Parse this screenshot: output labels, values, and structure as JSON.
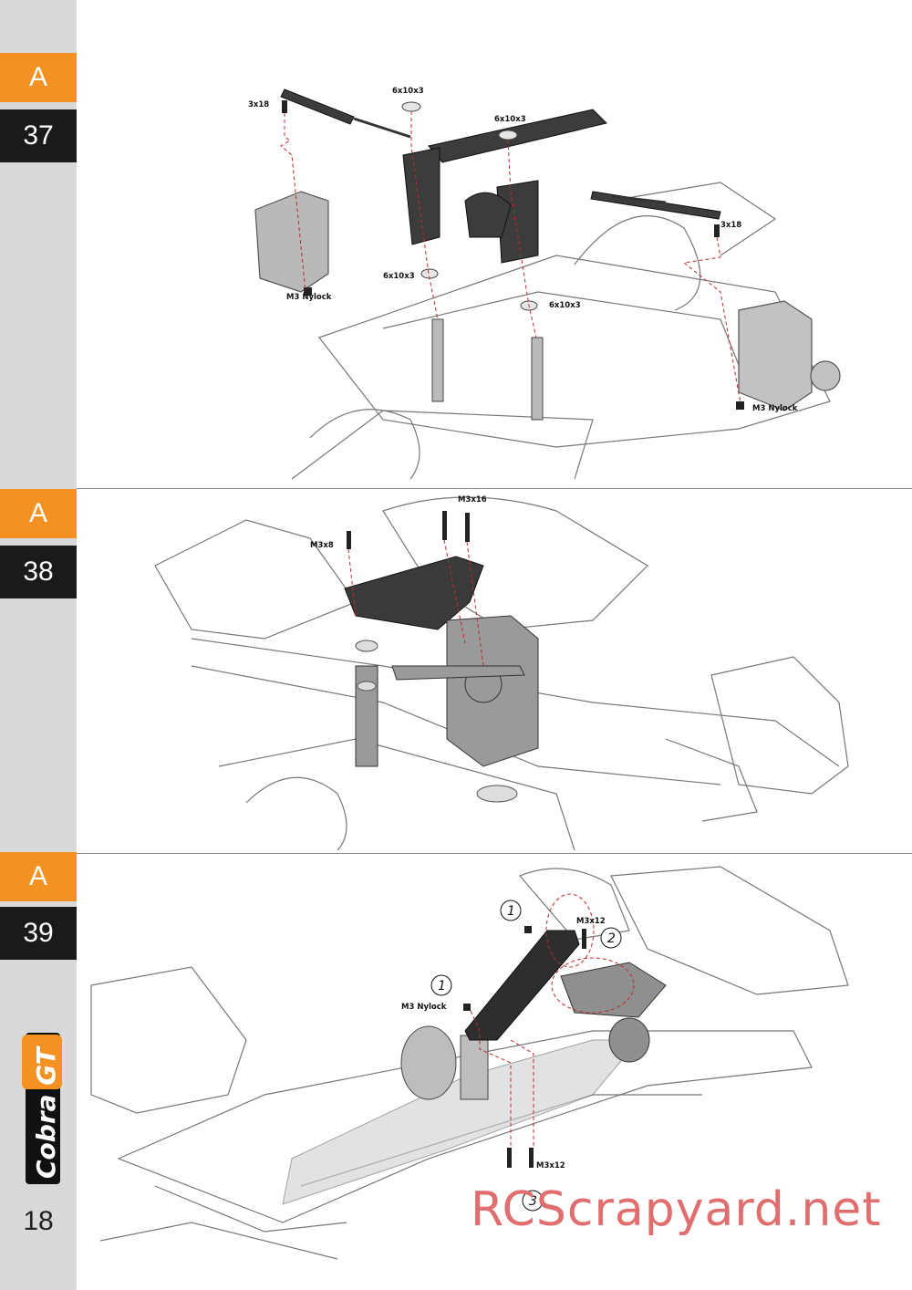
{
  "steps": [
    {
      "section": "A",
      "number": "37",
      "labels": [
        "3x18",
        "6x10x3",
        "6x10x3",
        "3x18",
        "6x10x3",
        "6x10x3",
        "M3 Nylock",
        "M3 Nylock"
      ]
    },
    {
      "section": "A",
      "number": "38",
      "labels": [
        "M3x16",
        "M3x8"
      ]
    },
    {
      "section": "A",
      "number": "39",
      "labels": [
        "M3x12",
        "M3 Nylock",
        "M3x12"
      ],
      "callouts": [
        "1",
        "2",
        "1",
        "3"
      ]
    }
  ],
  "logo": "Cobra GT",
  "page_number": "18",
  "watermark": "RCScrapyard.net",
  "colors": {
    "accent": "#f39222",
    "tab_dark": "#1a1a1a",
    "sidebar": "#d9d9d9",
    "watermark": "#e06e6e",
    "guide_line": "#c0282d"
  }
}
